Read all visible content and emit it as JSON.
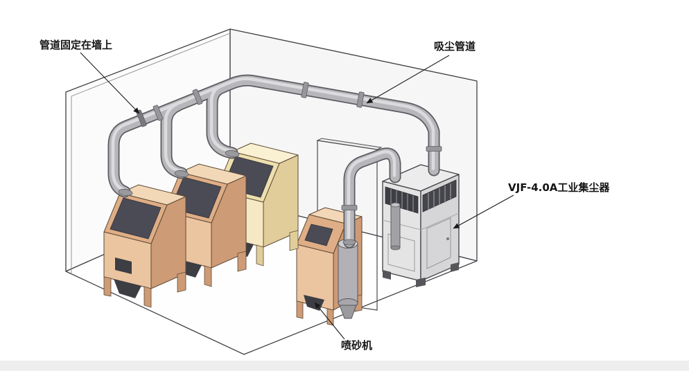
{
  "diagram": {
    "labels": {
      "pipe_wall_mount": "管道固定在墙上",
      "suction_duct": "吸尘管道",
      "dust_collector": "VJF-4.0A工业集尘器",
      "sandblaster": "喷砂机"
    },
    "colors": {
      "outline": "#3f3f45",
      "wall_left": "#fbfbfb",
      "wall_right": "#f6f6f6",
      "floor": "#fefefe",
      "pipe_outline": "#5b5b60",
      "pipe_body": "#b7b7bb",
      "pipe_highlight": "#e0e0e2",
      "flange": "#97979b",
      "cabinet_front": "#ebc4a0",
      "cabinet_slant": "#dfae86",
      "cabinet_top": "#f3d8b8",
      "cabinet_side": "#cd9b75",
      "cream_front": "#f6e8c2",
      "cream_slant": "#eedfae",
      "cream_top": "#faf0d2",
      "cream_side": "#e0cd9a",
      "window_dark": "#4b4b55",
      "hopper_dark": "#3d3d44",
      "collector_top": "#ececec",
      "collector_left": "#e4e4e4",
      "collector_right": "#d6d6d8",
      "grille_dark": "#45454c",
      "tank_body": "#b2b2b6"
    }
  }
}
